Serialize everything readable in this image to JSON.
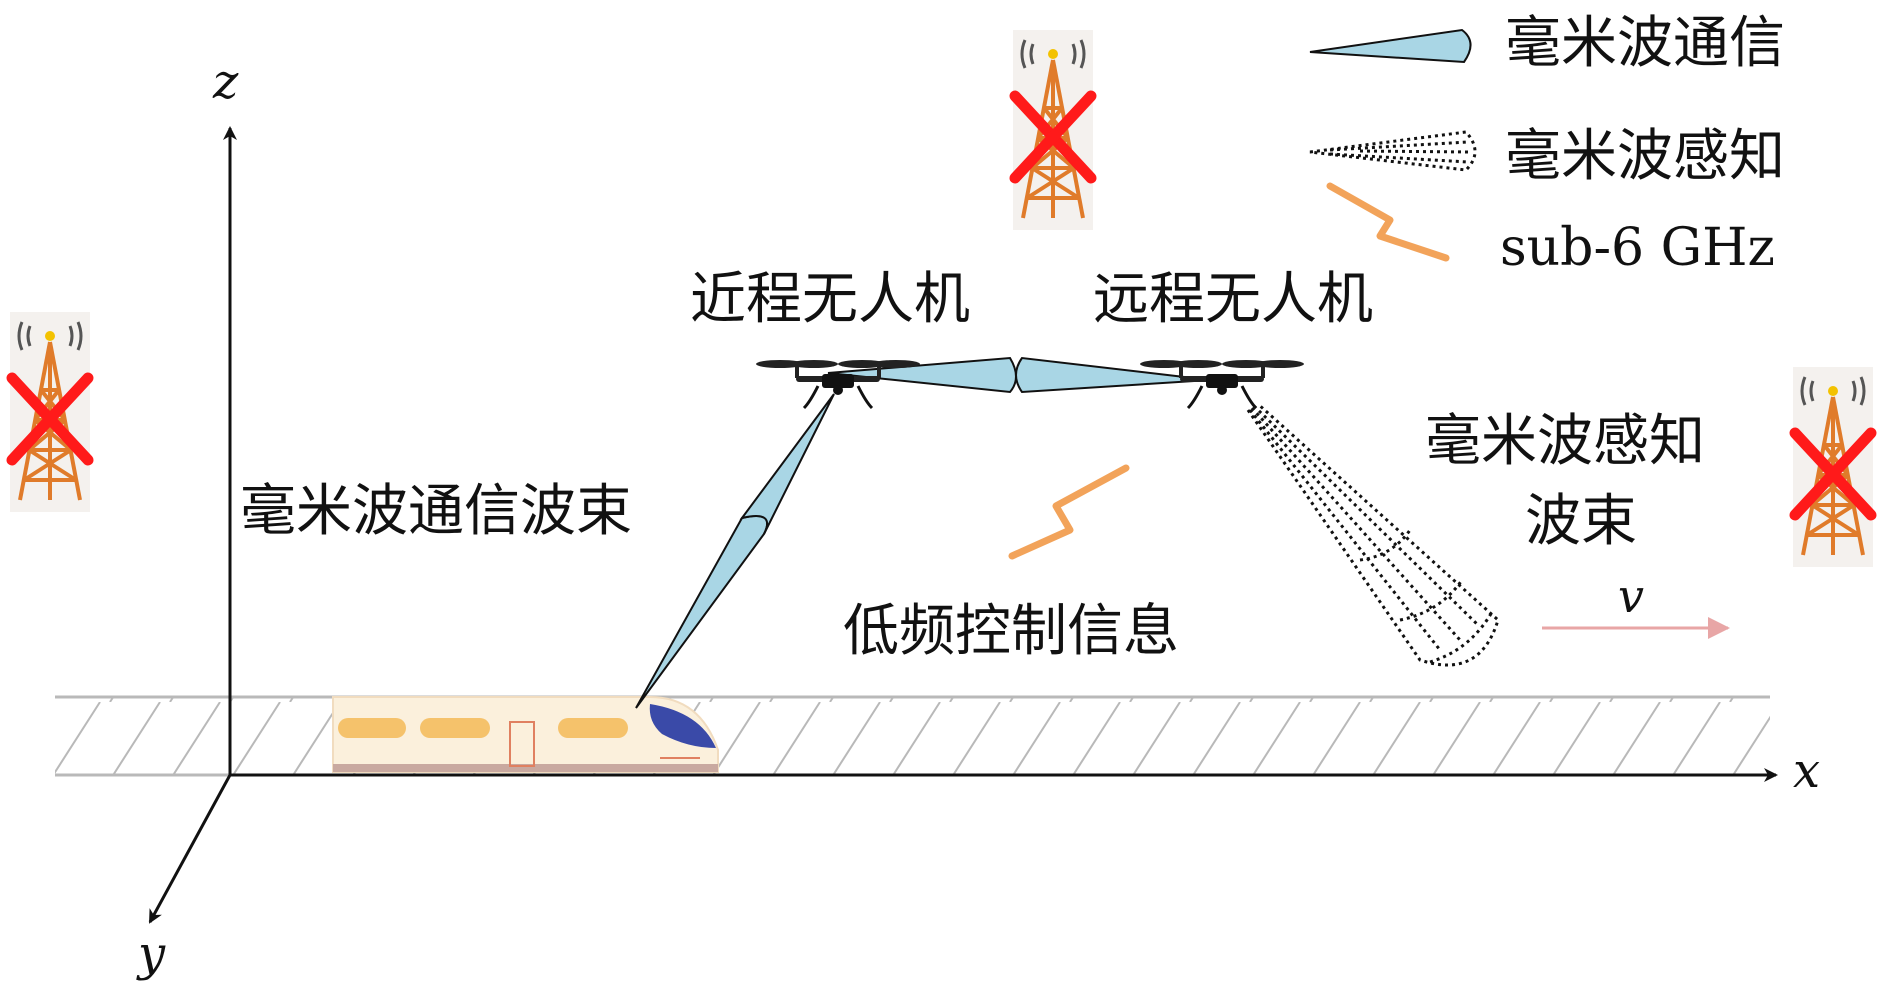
{
  "axes": {
    "z_label": "z",
    "x_label": "x",
    "y_label": "y"
  },
  "labels": {
    "near_uav": "近程无人机",
    "far_uav": "远程无人机",
    "mmwave_comm_beam": "毫米波通信波束",
    "mmwave_sense_line1": "毫米波感知",
    "mmwave_sense_line2": "波束",
    "low_freq_control": "低频控制信息",
    "velocity": "v"
  },
  "legend": {
    "comm": "毫米波通信",
    "sense": "毫米波感知",
    "sub6": "sub-6 GHz"
  },
  "colors": {
    "beam_fill": "#a9d6e5",
    "sub6_stroke": "#f2a35a",
    "cross": "#ff1a1a",
    "tower": "#e07b2a",
    "velocity_arrow": "#e8a6a6",
    "train_body": "#fbf0dc",
    "train_window": "#f5c26b",
    "train_nose": "#3a4aa8"
  },
  "icons": [
    "tower-icon",
    "cross-icon",
    "drone-icon",
    "train-icon"
  ]
}
